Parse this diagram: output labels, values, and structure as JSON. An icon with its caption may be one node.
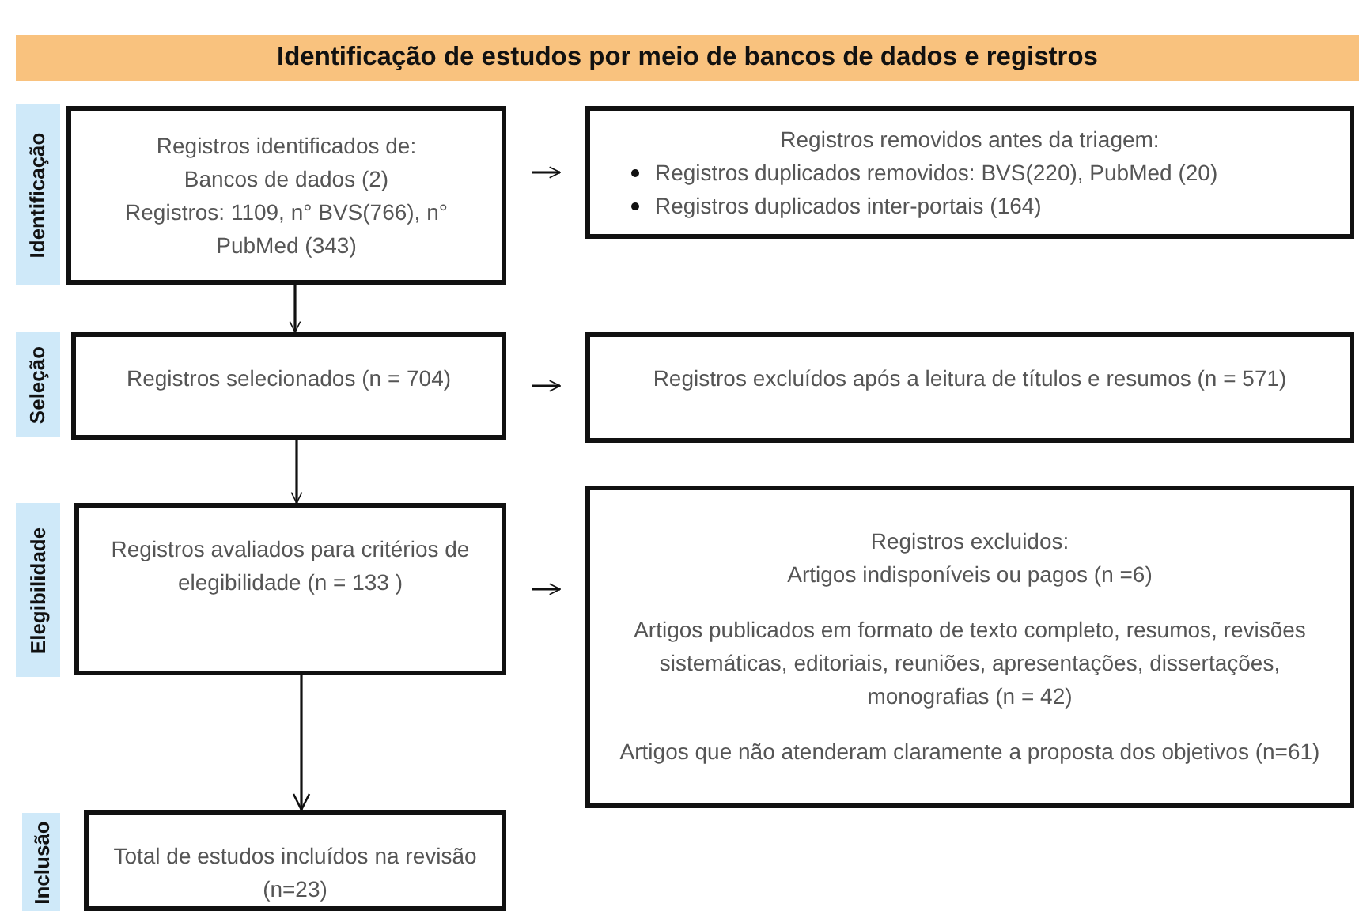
{
  "diagram": {
    "title": "Identificação de estudos por meio de bancos de dados e registros",
    "nodes": [
      {
        "text": [
          "Identificação"
        ]
      },
      {
        "text": [
          "Registros identificados de:",
          "Bancos de dados (2)",
          "Registros: 1109, n° BVS(766), n° PubMed (343)"
        ]
      },
      {
        "text": [
          "Registros removidos antes da triagem:",
          "Registros duplicados removidos: BVS(220), PubMed (20)",
          "Registros duplicados inter-portais (164)"
        ]
      },
      {
        "text": [
          "Seleção"
        ]
      },
      {
        "text": [
          "Registros selecionados (n = 704)"
        ]
      },
      {
        "text": [
          "Registros excluídos após a leitura de títulos e resumos (n = 571)"
        ]
      },
      {
        "text": [
          "Elegibilidade"
        ]
      },
      {
        "text": [
          "Registros avaliados para critérios de elegibilidade (n = 133 )"
        ]
      },
      {
        "text": [
          "Registros excluidos:",
          "Artigos indisponíveis ou pagos (n =6)",
          "Artigos publicados em formato de texto completo, resumos, revisões sistemáticas, editoriais, reuniões, apresentações, dissertações, monografias (n = 42)",
          "Artigos que não atenderam claramente a proposta dos objetivos (n=61)"
        ]
      },
      {
        "text": [
          "Inclusão"
        ]
      },
      {
        "text": [
          "Total de estudos incluídos na revisão (n=23)"
        ]
      }
    ],
    "edges": [
      {
        "from": 1,
        "to": 2,
        "arrow": "to"
      },
      {
        "from": 1,
        "to": 4,
        "arrow": "to"
      },
      {
        "from": 4,
        "to": 5,
        "arrow": "to"
      },
      {
        "from": 4,
        "to": 7,
        "arrow": "to"
      },
      {
        "from": 7,
        "to": 8,
        "arrow": "to"
      },
      {
        "from": 7,
        "to": 10,
        "arrow": "to"
      }
    ]
  }
}
